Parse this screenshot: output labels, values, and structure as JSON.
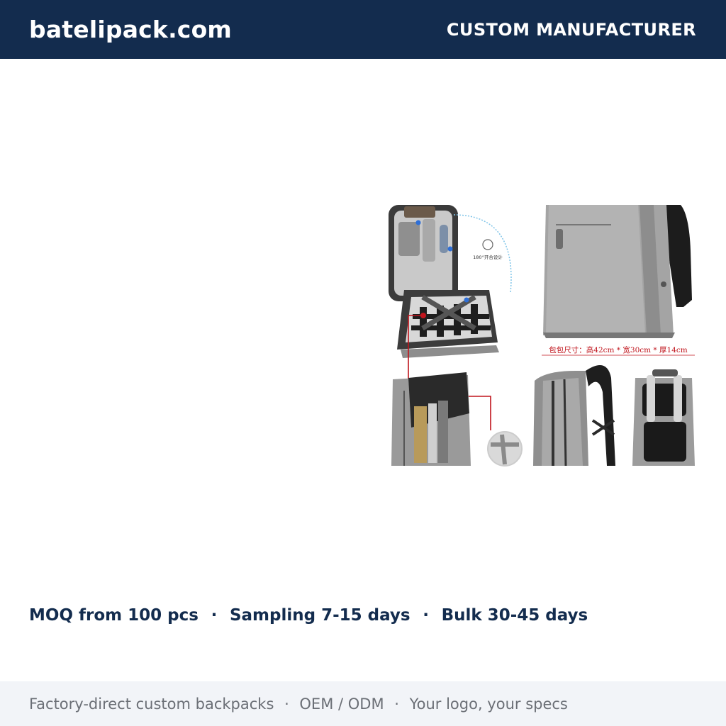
{
  "header": {
    "brand": "batelipack.com",
    "tagline": "CUSTOM MANUFACTURER"
  },
  "collage": {
    "rotation_label": "180°开合设计",
    "size_caption": "包包尺寸：高42cm * 宽30cm * 厚14cm"
  },
  "stats": {
    "moq": "MOQ from 100 pcs",
    "sampling": "Sampling 7-15 days",
    "bulk": "Bulk 30-45 days",
    "separator": "·"
  },
  "footer": {
    "factory": "Factory-direct custom backpacks",
    "oem": "OEM / ODM",
    "logo": "Your logo, your specs",
    "separator": "·"
  },
  "colors": {
    "brand_navy": "#132c4e",
    "footer_bg": "#f2f4f8",
    "footer_text": "#6b6f76",
    "caption_red": "#c0141c",
    "bag_gray": "#9a9a9a"
  }
}
